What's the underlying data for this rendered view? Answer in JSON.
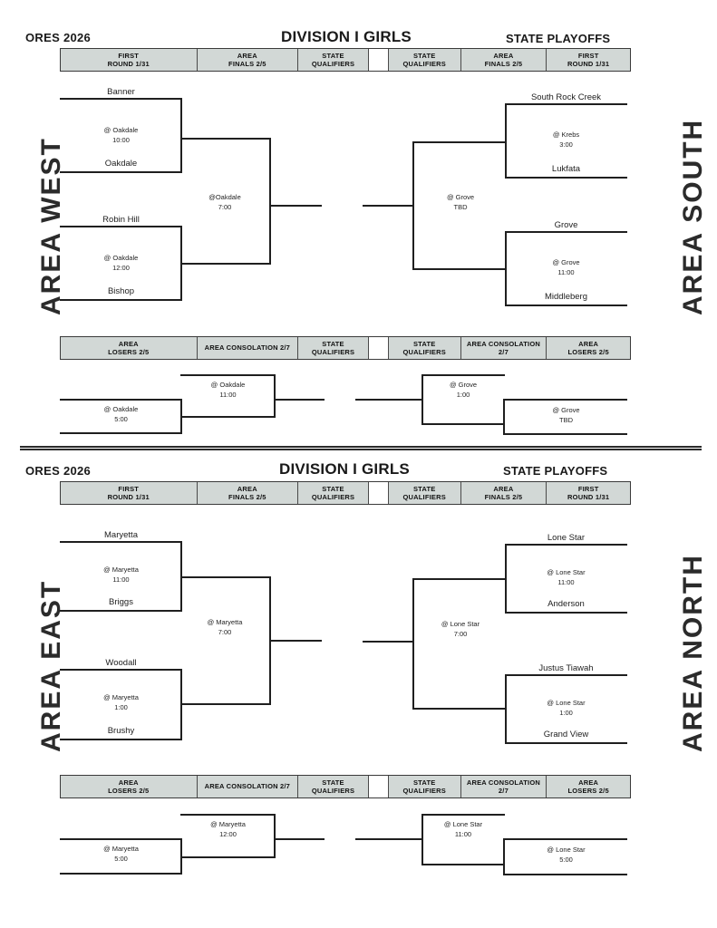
{
  "page": {
    "divider_label": "section-divider"
  },
  "sections": [
    {
      "id": "top",
      "ores_label": "ORES  2026",
      "division_title": "DIVISION I GIRLS",
      "playoffs_title": "STATE PLAYOFFS",
      "left_side_label": "AREA   WEST",
      "right_side_label": "AREA   SOUTH",
      "main_header": [
        {
          "line1": "FIRST",
          "line2": "ROUND 1/31"
        },
        {
          "line1": "AREA",
          "line2": "FINALS 2/5"
        },
        {
          "line1": "STATE",
          "line2": "QUALIFIERS"
        },
        {
          "line1": "",
          "line2": ""
        },
        {
          "line1": "STATE",
          "line2": "QUALIFIERS"
        },
        {
          "line1": "AREA",
          "line2": "FINALS 2/5"
        },
        {
          "line1": "FIRST",
          "line2": "ROUND 1/31"
        }
      ],
      "consolation_header": [
        {
          "line1": "AREA",
          "line2": "LOSERS 2/5"
        },
        {
          "line1": "AREA CONSOLATION 2/7",
          "line2": ""
        },
        {
          "line1": "STATE",
          "line2": "QUALIFIERS"
        },
        {
          "line1": "",
          "line2": ""
        },
        {
          "line1": "STATE",
          "line2": "QUALIFIERS"
        },
        {
          "line1": "AREA CONSOLATION 2/7",
          "line2": ""
        },
        {
          "line1": "AREA",
          "line2": "LOSERS 2/5"
        }
      ],
      "left_teams": [
        "Banner",
        "Oakdale",
        "Robin Hill",
        "Bishop"
      ],
      "right_teams": [
        "South Rock Creek",
        "Lukfata",
        "Grove",
        "Middleberg"
      ],
      "left_games": [
        {
          "site": "@ Oakdale",
          "time": "10:00"
        },
        {
          "site": "@ Oakdale",
          "time": "12:00"
        },
        {
          "site": "@Oakdale",
          "time": "7:00"
        }
      ],
      "right_games": [
        {
          "site": "@ Krebs",
          "time": "3:00"
        },
        {
          "site": "@ Grove",
          "time": "11:00"
        },
        {
          "site": "@ Grove",
          "time": "TBD"
        }
      ],
      "consolation_games": [
        {
          "site": "@ Oakdale",
          "time": "5:00"
        },
        {
          "site": "@ Oakdale",
          "time": "11:00"
        },
        {
          "site": "@ Grove",
          "time": "1:00"
        },
        {
          "site": "@ Grove",
          "time": "TBD"
        }
      ]
    },
    {
      "id": "bottom",
      "ores_label": "ORES 2026",
      "division_title": "DIVISION I GIRLS",
      "playoffs_title": "STATE PLAYOFFS",
      "left_side_label": "AREA   EAST",
      "right_side_label": "AREA   NORTH",
      "main_header": [
        {
          "line1": "FIRST",
          "line2": "ROUND 1/31"
        },
        {
          "line1": "AREA",
          "line2": "FINALS 2/5"
        },
        {
          "line1": "STATE",
          "line2": "QUALIFIERS"
        },
        {
          "line1": "",
          "line2": ""
        },
        {
          "line1": "STATE",
          "line2": "QUALIFIERS"
        },
        {
          "line1": "AREA",
          "line2": "FINALS 2/5"
        },
        {
          "line1": "FIRST",
          "line2": "ROUND 1/31"
        }
      ],
      "consolation_header": [
        {
          "line1": "AREA",
          "line2": "LOSERS 2/5"
        },
        {
          "line1": "AREA CONSOLATION 2/7",
          "line2": ""
        },
        {
          "line1": "STATE",
          "line2": "QUALIFIERS"
        },
        {
          "line1": "",
          "line2": ""
        },
        {
          "line1": "STATE",
          "line2": "QUALIFIERS"
        },
        {
          "line1": "AREA CONSOLATION 2/7",
          "line2": ""
        },
        {
          "line1": "AREA",
          "line2": "LOSERS 2/5"
        }
      ],
      "left_teams": [
        "Maryetta",
        "Briggs",
        "Woodall",
        "Brushy"
      ],
      "right_teams": [
        "Lone Star",
        "Anderson",
        "Justus Tiawah",
        "Grand View"
      ],
      "left_games": [
        {
          "site": "@ Maryetta",
          "time": "11:00"
        },
        {
          "site": "@ Maryetta",
          "time": "1:00"
        },
        {
          "site": "@ Maryetta",
          "time": "7:00"
        }
      ],
      "right_games": [
        {
          "site": "@ Lone Star",
          "time": "11:00"
        },
        {
          "site": "@ Lone Star",
          "time": "1:00"
        },
        {
          "site": "@ Lone Star",
          "time": "7:00"
        }
      ],
      "consolation_games": [
        {
          "site": "@ Maryetta",
          "time": "5:00"
        },
        {
          "site": "@ Maryetta",
          "time": "12:00"
        },
        {
          "site": "@ Lone Star",
          "time": "11:00"
        },
        {
          "site": "@ Lone Star",
          "time": "5:00"
        }
      ]
    }
  ]
}
